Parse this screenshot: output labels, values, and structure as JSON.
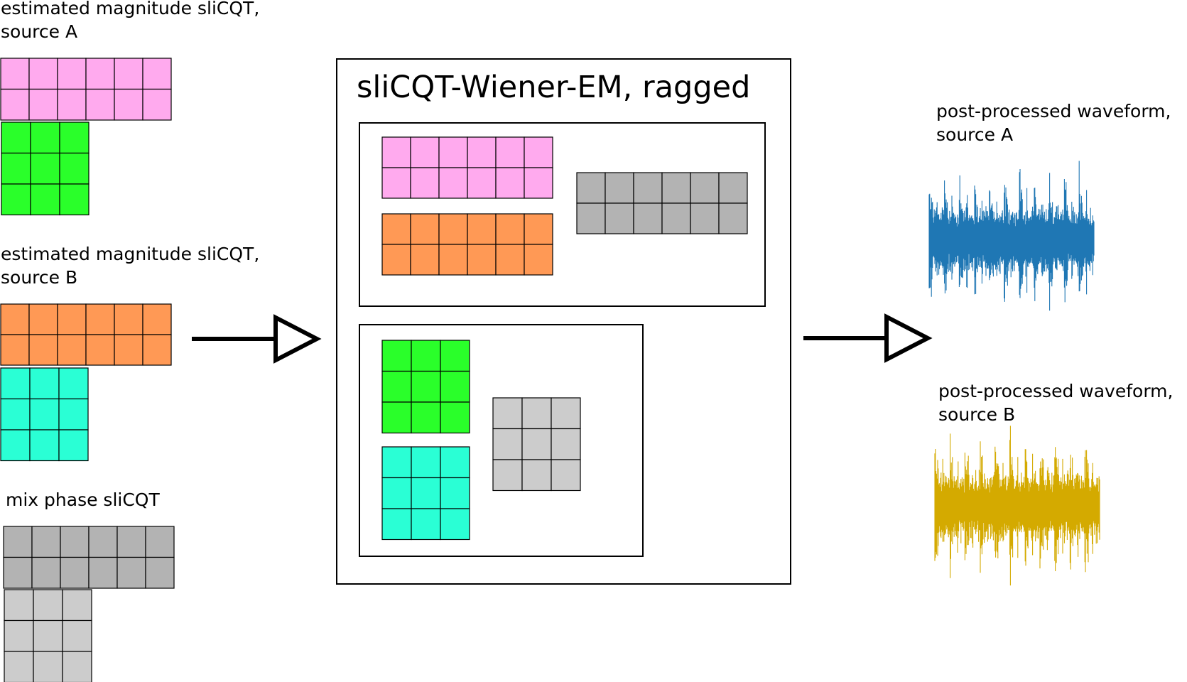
{
  "labels": {
    "source_a_magnitude": [
      "estimated magnitude sliCQT,",
      "source A"
    ],
    "source_b_magnitude": [
      "estimated magnitude sliCQT,",
      "source B"
    ],
    "mix_phase": [
      "mix phase sliCQT"
    ],
    "process_title": "sliCQT-Wiener-EM, ragged",
    "output_a": [
      "post-processed waveform,",
      "source A"
    ],
    "output_b": [
      "post-processed waveform,",
      "source B"
    ]
  },
  "colors": {
    "source_a_block_1": "#ffaaee",
    "source_a_block_2": "#2aff2a",
    "source_b_block_1": "#ff9955",
    "source_b_block_2": "#2affd5",
    "mix_phase_block_1": "#b3b3b3",
    "mix_phase_block_2": "#cccccc",
    "waveform_a": "#1f77b4",
    "waveform_b": "#d4aa00"
  },
  "icons": [
    "right-arrow-icon",
    "right-arrow-icon"
  ]
}
